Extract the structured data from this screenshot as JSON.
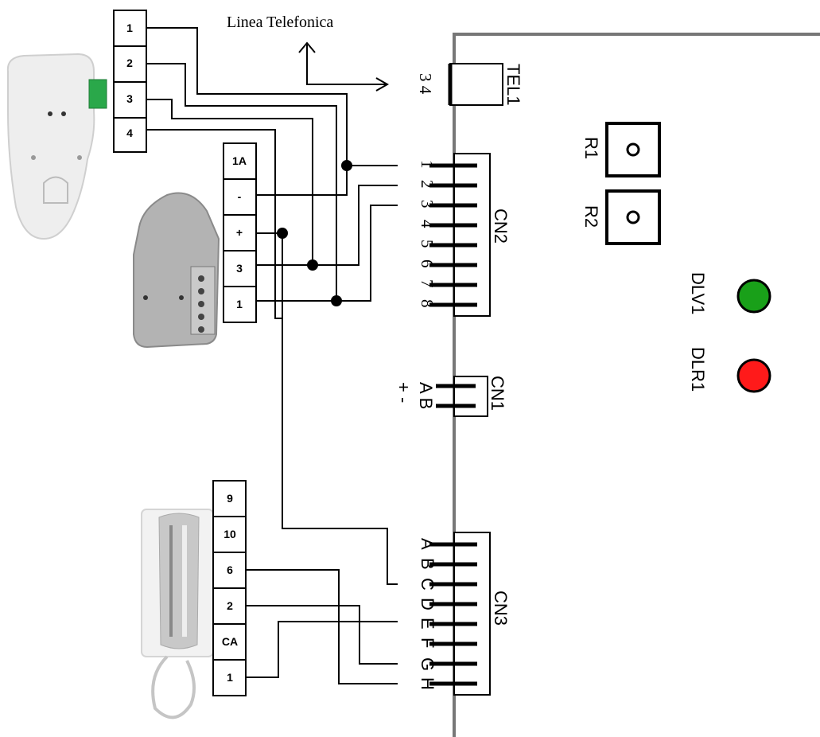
{
  "phone_line": {
    "label": "Linea Telefonica"
  },
  "terminal_block_top": {
    "terminals": [
      "1",
      "2",
      "3",
      "4"
    ]
  },
  "terminal_block_mid": {
    "terminals": [
      "1A",
      "-",
      "+",
      "3",
      "1"
    ]
  },
  "terminal_block_bottom": {
    "terminals": [
      "9",
      "10",
      "6",
      "2",
      "CA",
      "1"
    ]
  },
  "board": {
    "tel1": {
      "name": "TEL1",
      "pins": "3 4"
    },
    "cn2": {
      "name": "CN2",
      "pins": [
        "1",
        "2",
        "3",
        "4",
        "5",
        "6",
        "7",
        "8"
      ]
    },
    "cn1": {
      "name": "CN1",
      "pins_left": "A B",
      "pins_right": "+ -"
    },
    "cn3": {
      "name": "CN3",
      "pins": [
        "A",
        "B",
        "C",
        "D",
        "E",
        "F",
        "G",
        "H"
      ]
    },
    "relays": [
      "R1",
      "R2"
    ],
    "leds": [
      {
        "name": "DLV1",
        "color": "#19a019"
      },
      {
        "name": "DLR1",
        "color": "#ff1a1a"
      }
    ]
  },
  "colors": {
    "wire": "#000000",
    "board_edge": "#777777",
    "device": "#e9e9e9",
    "dial_module": "#a8a8a8",
    "connector_green": "#2aa84a"
  }
}
